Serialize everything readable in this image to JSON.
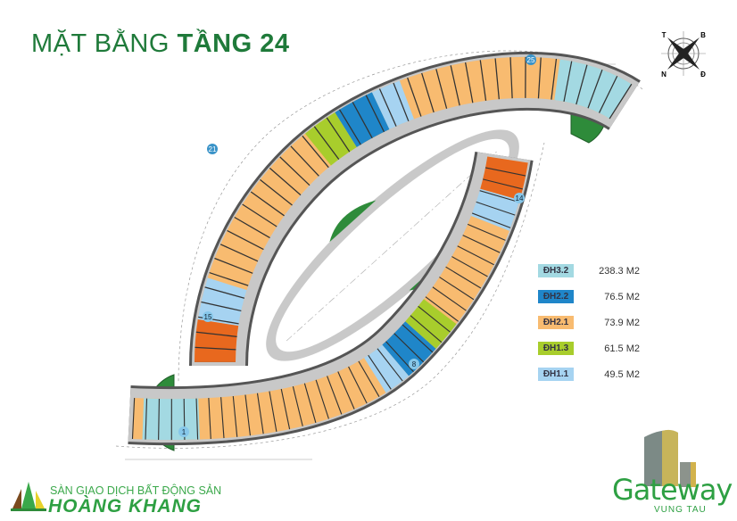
{
  "title": {
    "prefix": "MẶT BẰNG",
    "emphasis": "TẦNG 24"
  },
  "compass": {
    "labels": [
      "T",
      "B",
      "N",
      "Đ"
    ]
  },
  "grid_markers": [
    "25",
    "21",
    "14",
    "15",
    "8",
    "1"
  ],
  "legend": [
    {
      "code": "ĐH3.2",
      "area": "238.3 M2",
      "color": "#a3d9e2"
    },
    {
      "code": "ĐH2.2",
      "area": "76.5 M2",
      "color": "#1f86c9"
    },
    {
      "code": "ĐH2.1",
      "area": "73.9 M2",
      "color": "#f8bb70"
    },
    {
      "code": "ĐH1.3",
      "area": "61.5 M2",
      "color": "#a8cd2c"
    },
    {
      "code": "ĐH1.1",
      "area": "49.5 M2",
      "color": "#a6d3f1"
    }
  ],
  "developer": {
    "tagline": "SÀN GIAO DỊCH BẤT ĐỘNG SẢN",
    "name": "HOÀNG KHANG"
  },
  "project": {
    "name": "Gateway",
    "location": "VUNG TAU"
  }
}
